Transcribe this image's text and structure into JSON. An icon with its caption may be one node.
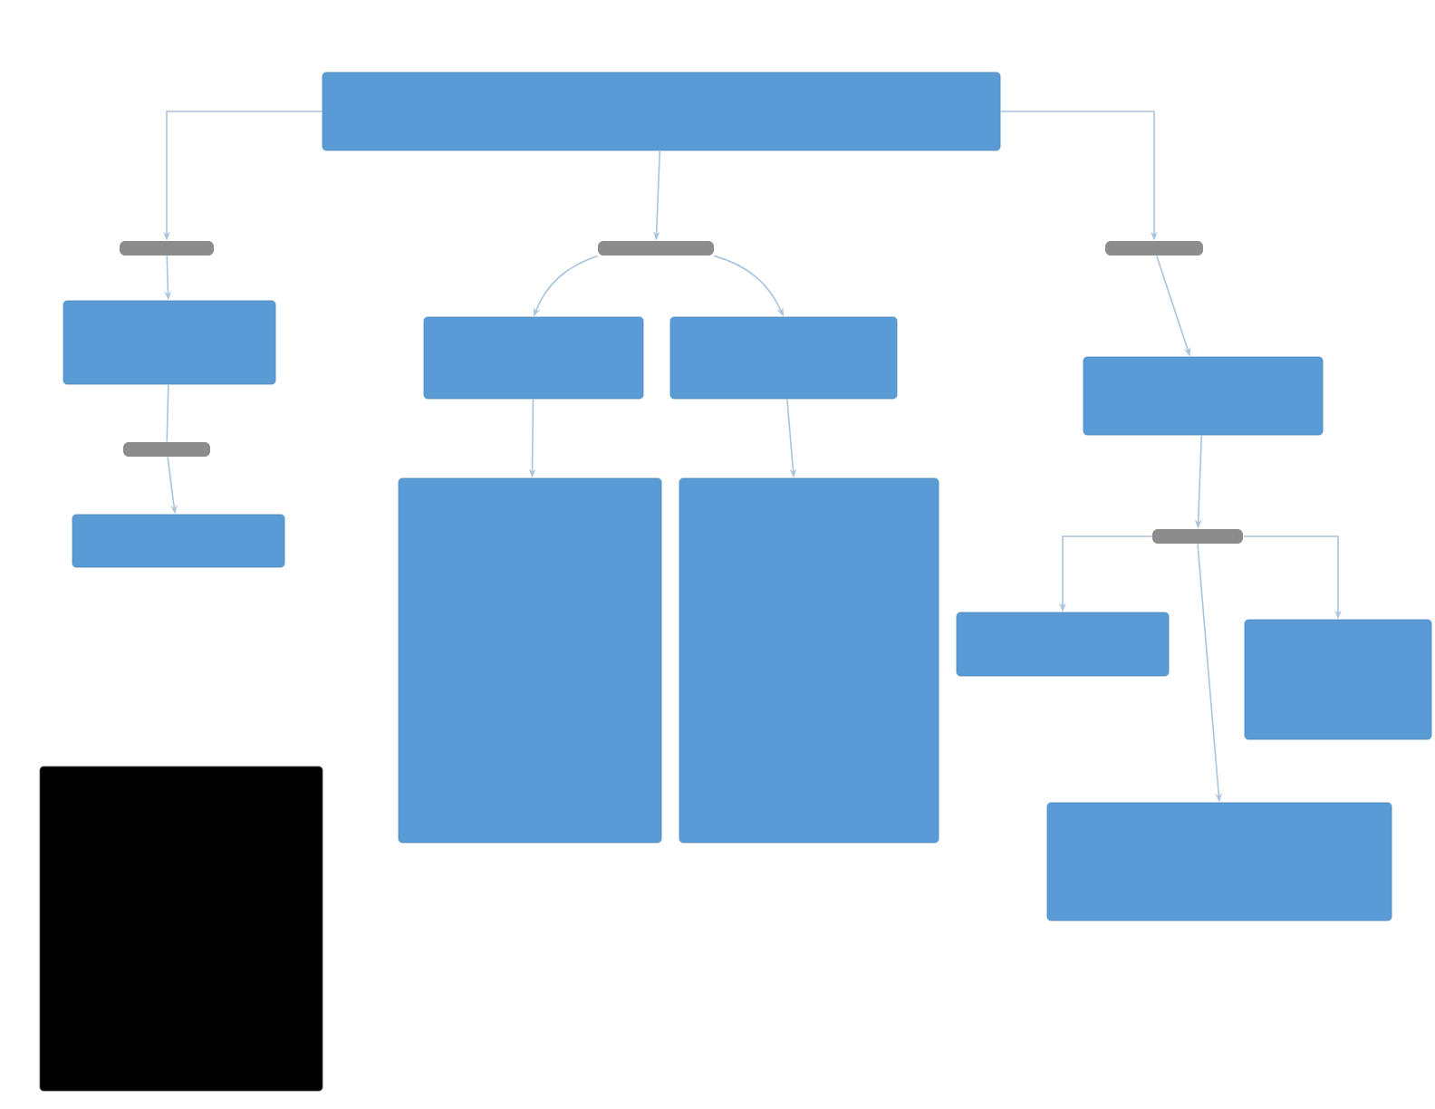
{
  "diagram": {
    "nodes": [
      {
        "text": [],
        "shape": "box"
      },
      {
        "text": [],
        "shape": "bar"
      },
      {
        "text": [],
        "shape": "bar"
      },
      {
        "text": [],
        "shape": "bar"
      },
      {
        "text": [],
        "shape": "box"
      },
      {
        "text": [],
        "shape": "bar"
      },
      {
        "text": [],
        "shape": "box"
      },
      {
        "text": [],
        "shape": "box"
      },
      {
        "text": [],
        "shape": "box"
      },
      {
        "text": [],
        "shape": "box"
      },
      {
        "text": [],
        "shape": "box"
      },
      {
        "text": [],
        "shape": "box"
      },
      {
        "text": [],
        "shape": "bar"
      },
      {
        "text": [],
        "shape": "box"
      },
      {
        "text": [],
        "shape": "box"
      },
      {
        "text": [],
        "shape": "box"
      },
      {
        "text": [],
        "shape": "box"
      }
    ],
    "edges": [
      {
        "from": 0,
        "to": 1,
        "arrow": "to"
      },
      {
        "from": 0,
        "to": 2,
        "arrow": "to"
      },
      {
        "from": 0,
        "to": 3,
        "arrow": "to"
      },
      {
        "from": 1,
        "to": 4,
        "arrow": "to"
      },
      {
        "from": 4,
        "to": 5,
        "arrow": "none"
      },
      {
        "from": 5,
        "to": 6,
        "arrow": "to"
      },
      {
        "from": 2,
        "to": 7,
        "arrow": "to"
      },
      {
        "from": 2,
        "to": 8,
        "arrow": "to"
      },
      {
        "from": 7,
        "to": 9,
        "arrow": "to"
      },
      {
        "from": 8,
        "to": 10,
        "arrow": "to"
      },
      {
        "from": 3,
        "to": 11,
        "arrow": "to"
      },
      {
        "from": 11,
        "to": 12,
        "arrow": "to"
      },
      {
        "from": 12,
        "to": 13,
        "arrow": "to"
      },
      {
        "from": 12,
        "to": 14,
        "arrow": "to"
      },
      {
        "from": 12,
        "to": 15,
        "arrow": "to"
      }
    ]
  }
}
